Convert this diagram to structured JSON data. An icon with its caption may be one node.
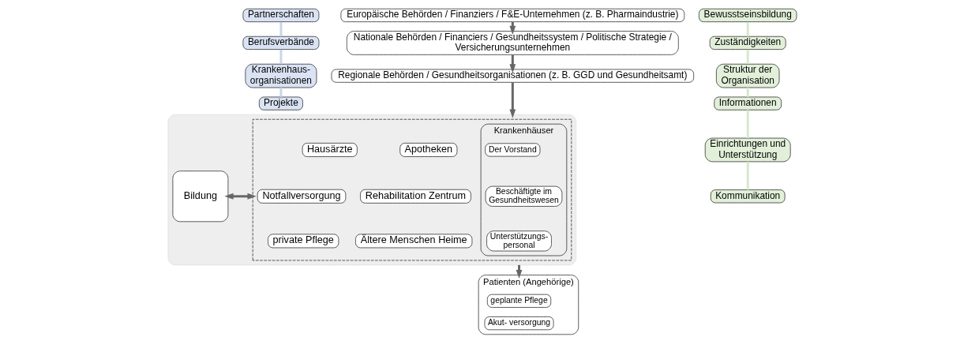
{
  "diagram": {
    "nodes": [
      {
        "text": [
          "Partnerschaften"
        ]
      },
      {
        "text": [
          "Berufsverbände"
        ]
      },
      {
        "text": [
          "Krankenhaus- organisationen"
        ]
      },
      {
        "text": [
          "Projekte"
        ]
      },
      {
        "text": [
          "Europäische Behörden / Finanziers / F&E-Unternehmen (z. B. Pharmaindustrie)"
        ]
      },
      {
        "text": [
          "Nationale Behörden / Financiers / Gesundheitssystem / Politische Strategie / Versicherungsunternehmen"
        ]
      },
      {
        "text": [
          "Regionale Behörden / Gesundheitsorganisationen (z. B. GGD und Gesundheitsamt)"
        ]
      },
      {
        "text": [],
        "shape": "box"
      },
      {
        "text": [
          "Bildung"
        ],
        "in": 7
      },
      {
        "text": [],
        "shape": "box",
        "in": 7
      },
      {
        "text": [
          "Hausärzte"
        ],
        "in": 9
      },
      {
        "text": [
          "Notfallversorgung"
        ],
        "in": 9
      },
      {
        "text": [
          "private Pflege"
        ],
        "in": 9
      },
      {
        "text": [
          "Krankenhäuser"
        ],
        "in": 9
      },
      {
        "text": [
          "Der Vorstand"
        ],
        "in": 13
      },
      {
        "text": [
          "Beschäftigte im Gesundheitswesen"
        ],
        "in": 13
      },
      {
        "text": [
          "Unterstützungs- personal"
        ],
        "in": 13
      },
      {
        "text": [
          "Apotheken"
        ],
        "in": 9
      },
      {
        "text": [
          "Rehabilitation Zentrum"
        ],
        "in": 9
      },
      {
        "text": [
          "Ältere Menschen Heime"
        ],
        "in": 9
      },
      {
        "text": [
          "Patienten (Angehörige)"
        ]
      },
      {
        "text": [
          "geplante Pflege"
        ],
        "in": 20
      },
      {
        "text": [
          "Akut- versorgung"
        ],
        "in": 20
      },
      {
        "text": [
          "Bewusstseinsbildung"
        ]
      },
      {
        "text": [
          "Zuständigkeiten"
        ]
      },
      {
        "text": [
          "Struktur der Organisation"
        ]
      },
      {
        "text": [
          "Informationen"
        ]
      },
      {
        "text": [
          "Einrichtungen und Unterstützung"
        ]
      },
      {
        "text": [
          "Kommunikation"
        ]
      }
    ],
    "edges": [
      {
        "from": 0,
        "to": 1,
        "arrow": "none",
        "color": "#c9d6ea"
      },
      {
        "from": 1,
        "to": 2,
        "arrow": "none",
        "color": "#c9d6ea"
      },
      {
        "from": 2,
        "to": 3,
        "arrow": "none",
        "color": "#c9d6ea"
      },
      {
        "from": 4,
        "to": 5,
        "arrow": "to",
        "color": "#666666"
      },
      {
        "from": 5,
        "to": 6,
        "arrow": "to",
        "color": "#666666"
      },
      {
        "from": 6,
        "to": 7,
        "arrow": "to",
        "color": "#666666"
      },
      {
        "from": 8,
        "to": 9,
        "arrow": "both",
        "color": "#666666"
      },
      {
        "from": 7,
        "to": 20,
        "arrow": "to",
        "color": "#666666"
      },
      {
        "from": 23,
        "to": 24,
        "arrow": "none",
        "color": "#d6e8cb"
      },
      {
        "from": 24,
        "to": 25,
        "arrow": "none",
        "color": "#d6e8cb"
      },
      {
        "from": 25,
        "to": 26,
        "arrow": "none",
        "color": "#d6e8cb"
      },
      {
        "from": 26,
        "to": 27,
        "arrow": "none",
        "color": "#d6e8cb"
      },
      {
        "from": 27,
        "to": 28,
        "arrow": "none",
        "color": "#d6e8cb"
      }
    ]
  }
}
